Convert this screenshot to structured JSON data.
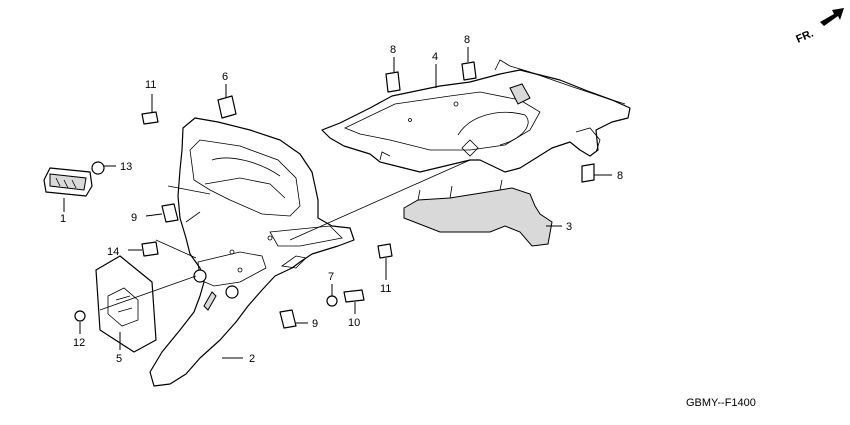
{
  "diagram": {
    "code": "GBMY--F1400",
    "direction_label": "FR.",
    "callouts": {
      "c1": "1",
      "c2": "2",
      "c3": "3",
      "c4": "4",
      "c5": "5",
      "c6": "6",
      "c7": "7",
      "c8a": "8",
      "c8b": "8",
      "c8c": "8",
      "c9a": "9",
      "c9b": "9",
      "c10": "10",
      "c11a": "11",
      "c11b": "11",
      "c12": "12",
      "c13": "13",
      "c14": "14"
    }
  }
}
